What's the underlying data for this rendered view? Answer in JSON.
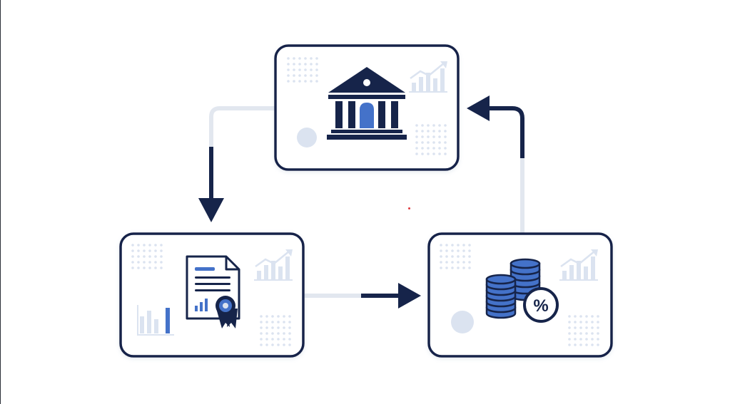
{
  "colors": {
    "navy": "#16244a",
    "blue": "#4472c9",
    "lightblue": "#dbe3f0",
    "connector": "#e2e7ef",
    "frame_shadow": "#e9ecf2",
    "edge": "#2b2f38",
    "accent_red": "#e0393e",
    "card_fill": "#ffffff"
  },
  "nodes": [
    {
      "id": "bank",
      "icon": "bank-building-icon"
    },
    {
      "id": "certificate",
      "icon": "certificate-document-icon"
    },
    {
      "id": "coins",
      "icon": "coin-stack-percent-icon"
    }
  ],
  "flow": [
    {
      "from": "bank",
      "to": "certificate",
      "direction": "down"
    },
    {
      "from": "certificate",
      "to": "coins",
      "direction": "right"
    },
    {
      "from": "coins",
      "to": "bank",
      "direction": "up-left"
    }
  ],
  "decorations": {
    "growth_chart_icon": "growth-chart-icon",
    "bar_chart_icon": "bar-chart-icon",
    "dot_grid": "dot-grid-pattern"
  }
}
